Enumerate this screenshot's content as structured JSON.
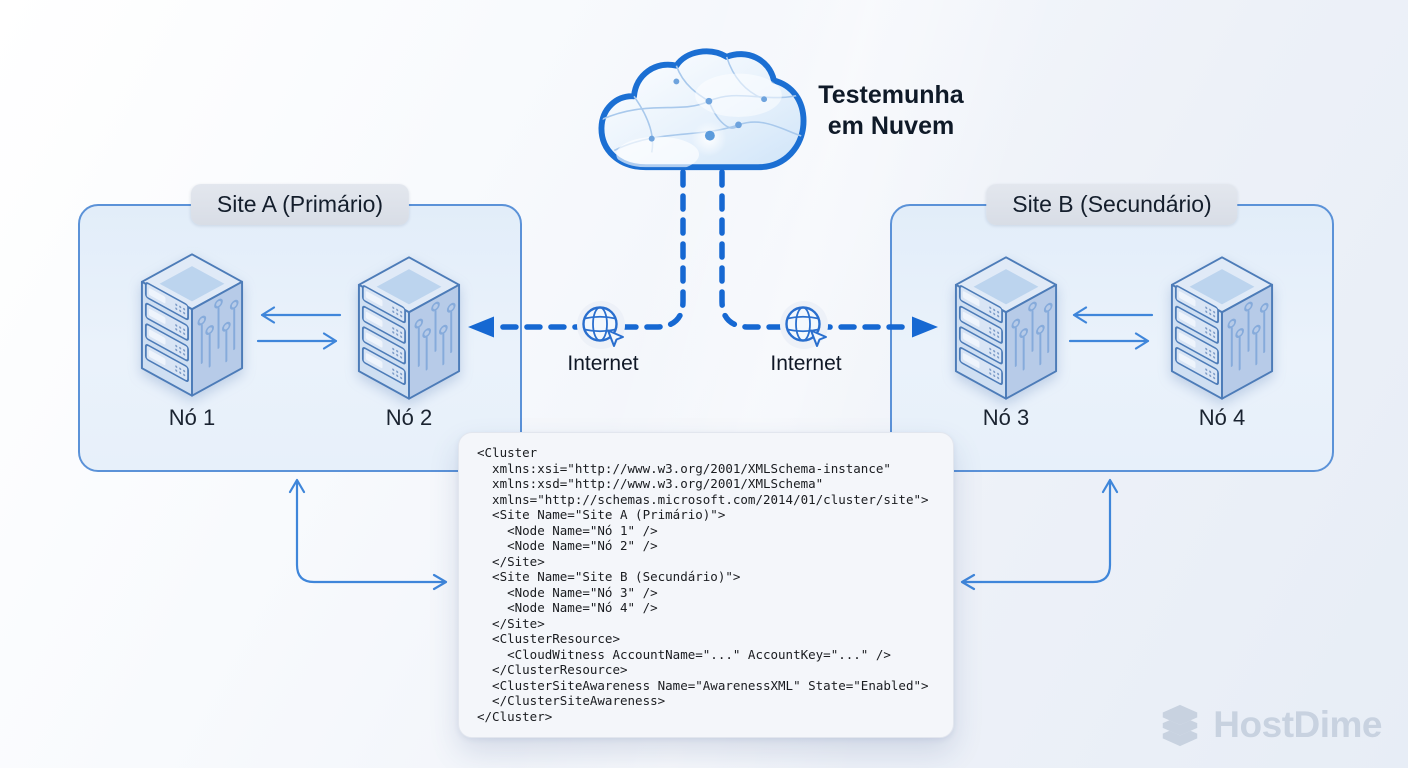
{
  "colors": {
    "accent-blue": "#1668d2",
    "connector-blue": "#3f86da",
    "site-border": "#5b92d8",
    "site-fill": "#e9f1fb",
    "badge-bg": "#dde2ea",
    "text-dark": "#16202e",
    "panel-bg": "#f4f6fa",
    "panel-border": "#e2e6ee",
    "code-text": "#1a1c20",
    "watermark": "#c7d1df"
  },
  "header": {
    "cloud_label": "Testemunha\nem Nuvem"
  },
  "links": {
    "internet_left_label": "Internet",
    "internet_right_label": "Internet"
  },
  "sites": {
    "a": {
      "title": "Site A (Primário)",
      "nodes": [
        {
          "label": "Nó 1"
        },
        {
          "label": "Nó 2"
        }
      ]
    },
    "b": {
      "title": "Site B (Secundário)",
      "nodes": [
        {
          "label": "Nó 3"
        },
        {
          "label": "Nó 4"
        }
      ]
    }
  },
  "code_panel": {
    "xml": "<Cluster\n  xmlns:xsi=\"http://www.w3.org/2001/XMLSchema-instance\"\n  xmlns:xsd=\"http://www.w3.org/2001/XMLSchema\"\n  xmlns=\"http://schemas.microsoft.com/2014/01/cluster/site\">\n  <Site Name=\"Site A (Primário)\">\n    <Node Name=\"Nó 1\" />\n    <Node Name=\"Nó 2\" />\n  </Site>\n  <Site Name=\"Site B (Secundário)\">\n    <Node Name=\"Nó 3\" />\n    <Node Name=\"Nó 4\" />\n  </Site>\n  <ClusterResource>\n    <CloudWitness AccountName=\"...\" AccountKey=\"...\" />\n  </ClusterResource>\n  <ClusterSiteAwareness Name=\"AwarenessXML\" State=\"Enabled\">\n  </ClusterSiteAwareness>\n</Cluster>"
  },
  "watermark": {
    "brand": "HostDime"
  },
  "icons": {
    "cloud": "cloud-with-network-mesh",
    "globe": "globe-with-cursor",
    "server": "isometric-server-tower",
    "logo": "hostdime-stacked-slabs"
  }
}
